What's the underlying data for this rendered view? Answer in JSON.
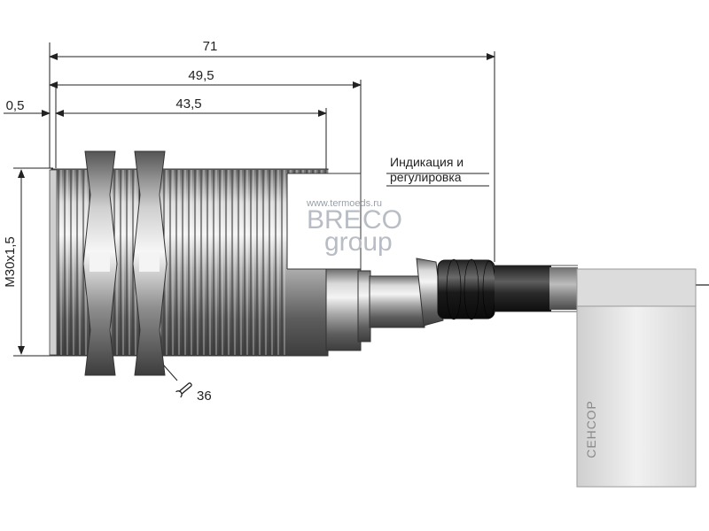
{
  "dimensions": {
    "overall_length": "71",
    "to_adjust_zone": "49,5",
    "thread_length": "43,5",
    "front_offset": "0,5",
    "thread_size": "M30x1,5",
    "wrench_size": "36"
  },
  "annotation": {
    "line1": "Индикация и",
    "line2": "регулировка"
  },
  "watermark": {
    "url": "www.termoeds.ru",
    "brand_a": "BRE",
    "brand_b": "CO",
    "group": "group"
  },
  "label": {
    "brand": "СЕНСОР"
  }
}
